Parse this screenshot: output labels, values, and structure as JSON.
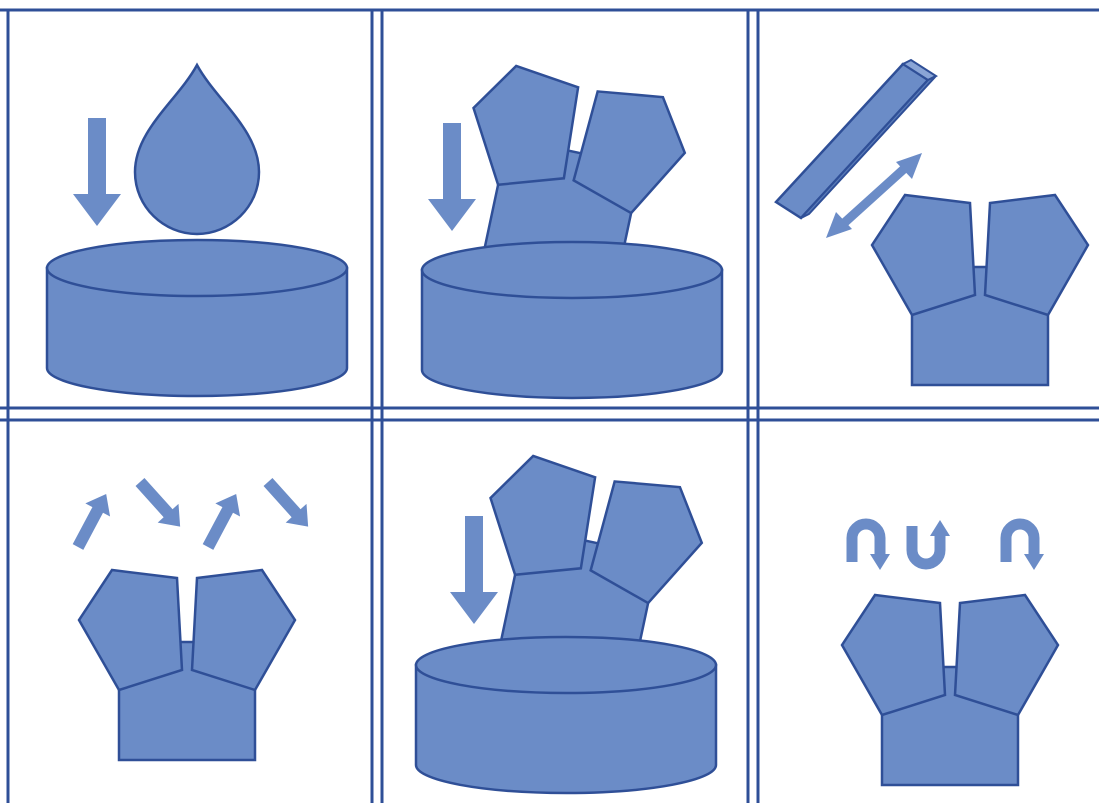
{
  "colors": {
    "fill": "#6b8cc7",
    "stroke": "#2f4f97",
    "grid": "#2f4f97",
    "background": "#ffffff"
  },
  "panels": [
    {
      "id": "panel-1",
      "icons": [
        "arrow-down-icon",
        "water-drop-icon",
        "basin-icon"
      ]
    },
    {
      "id": "panel-2",
      "icons": [
        "arrow-down-icon",
        "shirt-icon",
        "basin-icon"
      ]
    },
    {
      "id": "panel-3",
      "icons": [
        "bar-icon",
        "double-arrow-icon",
        "shirt-icon"
      ]
    },
    {
      "id": "panel-4",
      "icons": [
        "zigzag-arrows-icon",
        "shirt-icon"
      ]
    },
    {
      "id": "panel-5",
      "icons": [
        "arrow-down-icon",
        "shirt-icon",
        "basin-icon"
      ]
    },
    {
      "id": "panel-6",
      "icons": [
        "rotation-arrows-icon",
        "shirt-icon"
      ]
    }
  ]
}
